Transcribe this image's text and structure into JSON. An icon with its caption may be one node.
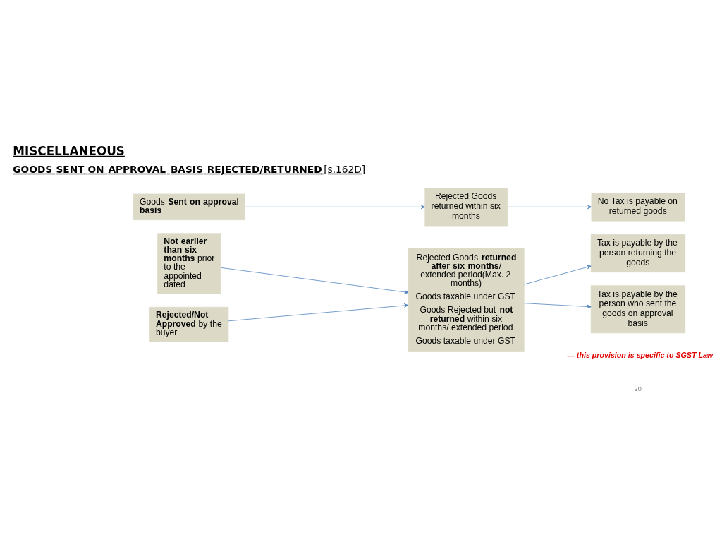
{
  "diagram": {
    "title": "MISCELLANEOUS",
    "nodes": [
      {
        "text": [
          "Goods **Sent on approval basis**"
        ]
      },
      {
        "text": [
          "**Not earlier than six months** prior to the appointed dated"
        ]
      },
      {
        "text": [
          "**Rejected/Not Approved** by the buyer"
        ]
      },
      {
        "text": [
          "Rejected Goods returned within six months"
        ]
      },
      {
        "text": [
          "Rejected Goods **returned after six months**/ extended period(Max. 2 months)",
          "Goods taxable under GST",
          "Goods Rejected but **not returned** within six months/ extended period",
          "Goods taxable under GST"
        ]
      },
      {
        "text": [
          "No Tax is payable on returned goods"
        ]
      },
      {
        "text": [
          "Tax is payable by the person returning the goods"
        ]
      },
      {
        "text": [
          "Tax is payable by the person who sent the goods on approval basis"
        ]
      }
    ],
    "edges": [
      {
        "from": 0,
        "to": 3,
        "arrow": "to"
      },
      {
        "from": 1,
        "to": 4,
        "arrow": "to"
      },
      {
        "from": 2,
        "to": 4,
        "arrow": "to"
      },
      {
        "from": 3,
        "to": 5,
        "arrow": "to"
      },
      {
        "from": 4,
        "to": 6,
        "arrow": "to"
      },
      {
        "from": 4,
        "to": 7,
        "arrow": "to"
      }
    ],
    "labels": [
      "**GOODS SENT ON APPROVAL BASIS REJECTED/RETURNED** [s.162D]",
      "--- this provision is specific to SGST Law",
      "20"
    ]
  }
}
